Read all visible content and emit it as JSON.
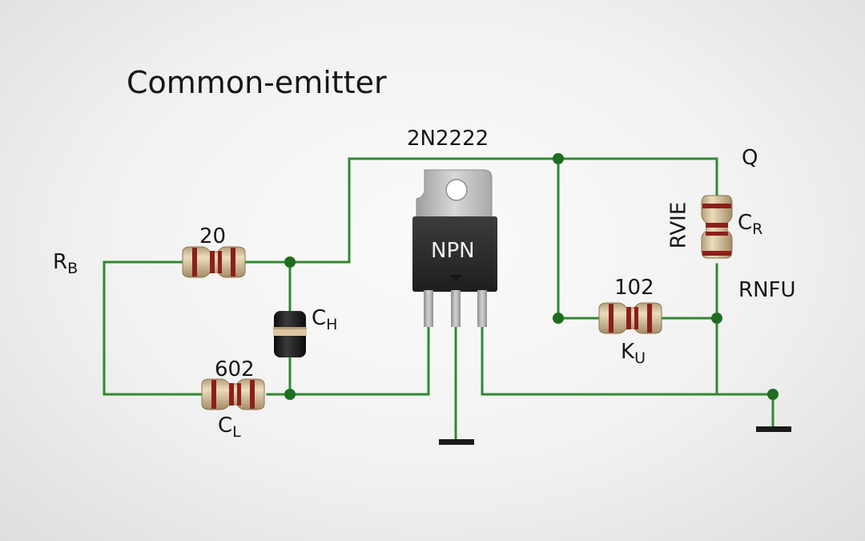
{
  "title": "Common-emitter",
  "transistor": {
    "part": "2N2222",
    "type": "NPN"
  },
  "labels": {
    "q": "Q",
    "rb_main": "R",
    "rb_sub": "B",
    "r_top_value": "20",
    "ch_main": "C",
    "ch_sub": "H",
    "r_bottom_value": "602",
    "cl_main": "C",
    "cl_sub": "L",
    "r_mid_value": "102",
    "ku_main": "K",
    "ku_sub": "U",
    "rvie": "RVIE",
    "cr_main": "C",
    "cr_sub": "R",
    "rnfu": "RNFU"
  },
  "colors": {
    "wire": "#2f8a2f",
    "node": "#1f6e1f",
    "resistor_body": "#dcc7a2",
    "resistor_band": "#8c1f1a",
    "chip": "#2b2b2b",
    "tab": "#c4c4c4"
  }
}
